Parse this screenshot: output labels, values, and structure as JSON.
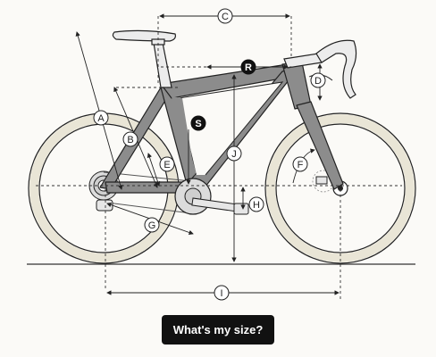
{
  "geometry_labels": {
    "a": "A",
    "b": "B",
    "c": "C",
    "d": "D",
    "e": "E",
    "f": "F",
    "g": "G",
    "h": "H",
    "i": "I",
    "j": "J",
    "r": "R",
    "s": "S"
  },
  "cta": {
    "label": "What's my size?"
  }
}
